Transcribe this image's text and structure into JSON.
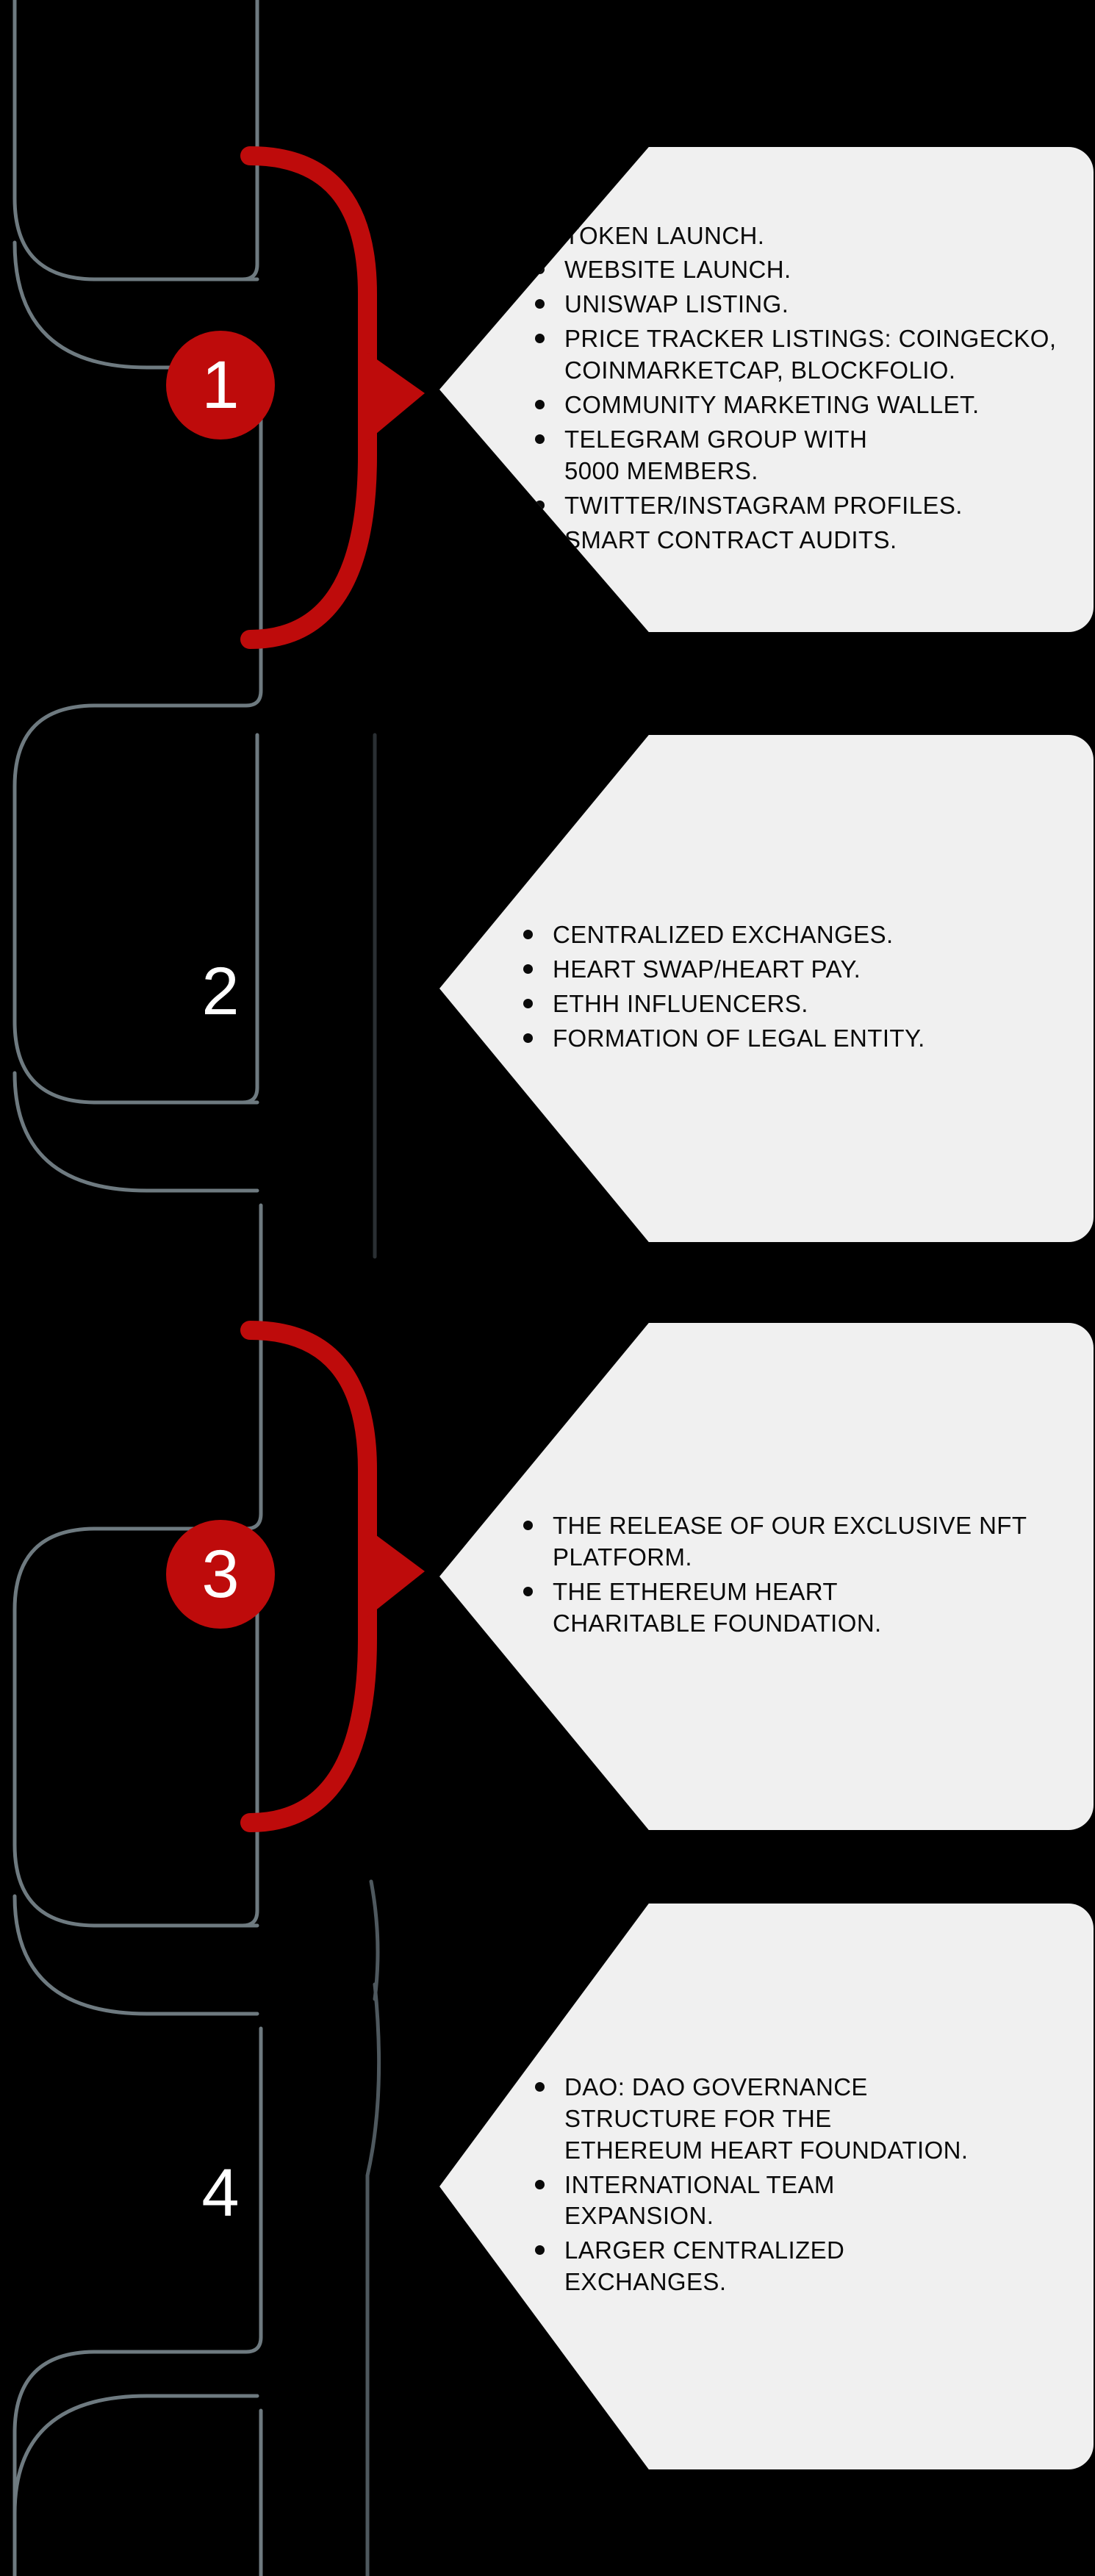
{
  "theme": {
    "background": "#000000",
    "panel_bg": "#F0F0F0",
    "accent_red": "#BE0B0B",
    "rail_gray": "#6E7A80",
    "text_dark": "#0A0A0A",
    "number_white": "#FFFFFF"
  },
  "roadmap": {
    "phases": [
      {
        "number": "1",
        "highlighted": true,
        "items": [
          "TOKEN LAUNCH.",
          "WEBSITE LAUNCH.",
          "UNISWAP LISTING.",
          "PRICE TRACKER LISTINGS: COINGECKO, COINMARKETCAP, BLOCKFOLIO.",
          "COMMUNITY MARKETING WALLET.",
          "TELEGRAM GROUP WITH 5000 MEMBERS.",
          "TWITTER/INSTAGRAM PROFILES.",
          "SMART CONTRACT AUDITS."
        ]
      },
      {
        "number": "2",
        "highlighted": false,
        "items": [
          "CENTRALIZED EXCHANGES.",
          "HEART SWAP/HEART PAY.",
          "ETHH INFLUENCERS.",
          "FORMATION OF LEGAL ENTITY."
        ]
      },
      {
        "number": "3",
        "highlighted": true,
        "items": [
          "THE RELEASE OF OUR EXCLUSIVE NFT PLATFORM.",
          "THE ETHEREUM HEART CHARITABLE FOUNDATION."
        ]
      },
      {
        "number": "4",
        "highlighted": false,
        "items": [
          "DAO: DAO GOVERNANCE STRUCTURE FOR THE ETHEREUM HEART FOUNDATION.",
          "INTERNATIONAL TEAM EXPANSION.",
          "LARGER CENTRALIZED EXCHANGES."
        ]
      }
    ]
  }
}
